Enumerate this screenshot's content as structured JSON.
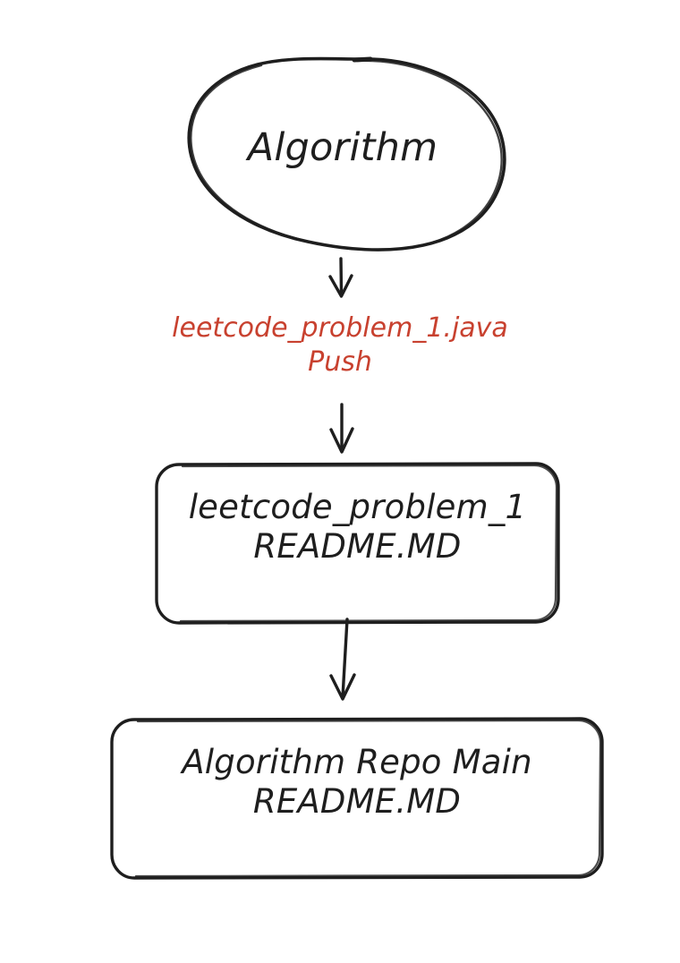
{
  "diagram": {
    "background_color": "#ffffff",
    "stroke_color": "#1e1e1e",
    "accent_color": "#c8412f",
    "style": "hand-drawn-sketch",
    "nodes": [
      {
        "id": "algorithm",
        "shape": "ellipse",
        "label": "Algorithm",
        "text_color": "#1e1e1e"
      },
      {
        "id": "leetcode-problem-1",
        "shape": "rounded-rectangle",
        "label_line1": "leetcode_problem_1",
        "label_line2": "README.MD",
        "text_color": "#1e1e1e"
      },
      {
        "id": "algorithm-repo-main",
        "shape": "rounded-rectangle",
        "label_line1": "Algorithm Repo Main",
        "label_line2": "README.MD",
        "text_color": "#1e1e1e"
      }
    ],
    "edges": [
      {
        "id": "edge-algorithm-to-label",
        "from": "algorithm",
        "to": "edge-label-push",
        "arrowhead": "open-v",
        "label": ""
      },
      {
        "id": "edge-label-to-box1",
        "from": "edge-label-push",
        "to": "leetcode-problem-1",
        "arrowhead": "open-v",
        "label": ""
      },
      {
        "id": "edge-box1-to-box2",
        "from": "leetcode-problem-1",
        "to": "algorithm-repo-main",
        "arrowhead": "open-v",
        "label": ""
      }
    ],
    "edge_labels": [
      {
        "id": "edge-label-push",
        "line1": "leetcode_problem_1.java",
        "line2": "Push",
        "color": "#c8412f"
      }
    ]
  }
}
